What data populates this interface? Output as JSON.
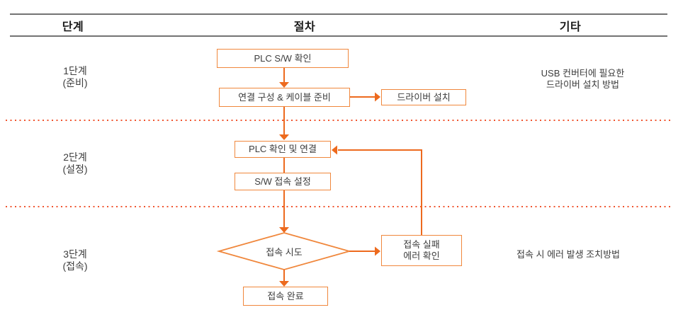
{
  "colors": {
    "box_border": "#F0873C",
    "connector": "#ED6A1E",
    "dotted_divider": "#F0552F",
    "header_rule": "#737373",
    "text": "#3d3d3d"
  },
  "header": {
    "columns": [
      {
        "label": "단계"
      },
      {
        "label": "절차"
      },
      {
        "label": "기타"
      }
    ]
  },
  "stages": [
    {
      "line1": "1단계",
      "line2": "(준비)"
    },
    {
      "line1": "2단계",
      "line2": "(설정)"
    },
    {
      "line1": "3단계",
      "line2": "(접속)"
    }
  ],
  "flowchart": {
    "nodes": {
      "plc_sw_check": "PLC S/W 확인",
      "connection_cable_prep": "연결 구성 & 케이블 준비",
      "driver_install": "드라이버 설치",
      "plc_check_connect": "PLC 확인 및 연결",
      "sw_connection_setting": "S/W 접속 설정",
      "connection_attempt": "접속 시도",
      "connection_fail_line1": "접속 실패",
      "connection_fail_line2": "에러 확인",
      "connection_complete": "접속 완료"
    }
  },
  "notes": {
    "usb_driver_line1": "USB 컨버터에 필요한",
    "usb_driver_line2": "드라이버 설치 방법",
    "error_handling": "접속 시 에러 발생 조치방법"
  }
}
